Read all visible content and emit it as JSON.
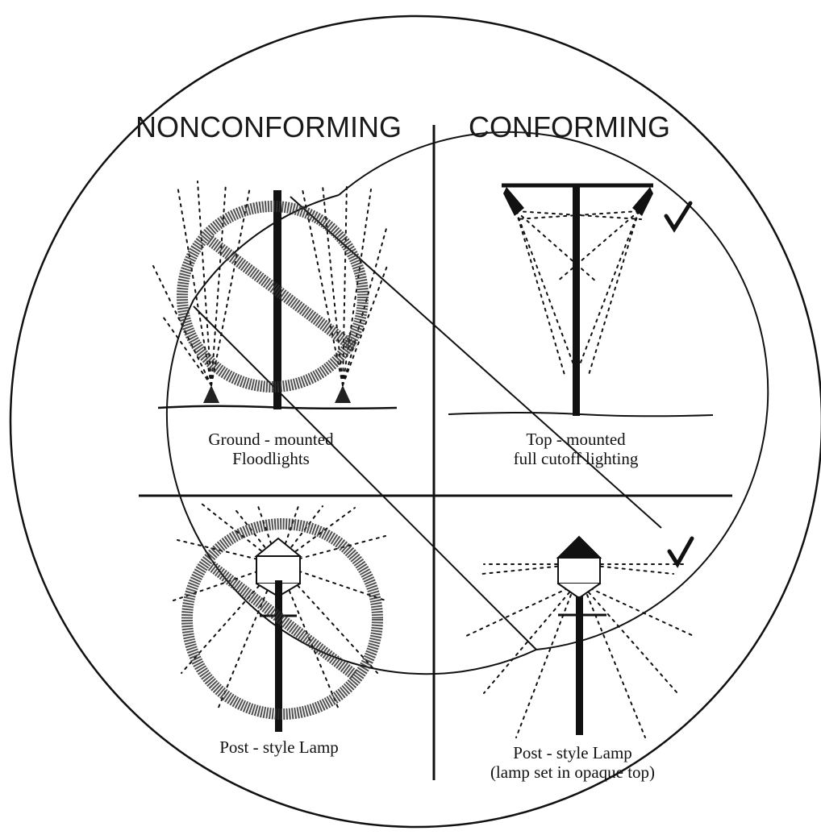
{
  "headers": {
    "nonconforming": "NONCONFORMING",
    "conforming": "CONFORMING"
  },
  "captions": {
    "ground_line1": "Ground - mounted",
    "ground_line2": "Floodlights",
    "top_line1": "Top - mounted",
    "top_line2": "full cutoff lighting",
    "post_nonconf": "Post - style Lamp",
    "post_conf_line1": "Post - style Lamp",
    "post_conf_line2": "(lamp set in opaque top)"
  },
  "colors": {
    "ink": "#111111",
    "background": "#ffffff"
  },
  "icons": {
    "overall_symbol": "no-symbol",
    "nonconforming_marks": "prohibition-circle",
    "conforming_marks": "check-mark"
  }
}
